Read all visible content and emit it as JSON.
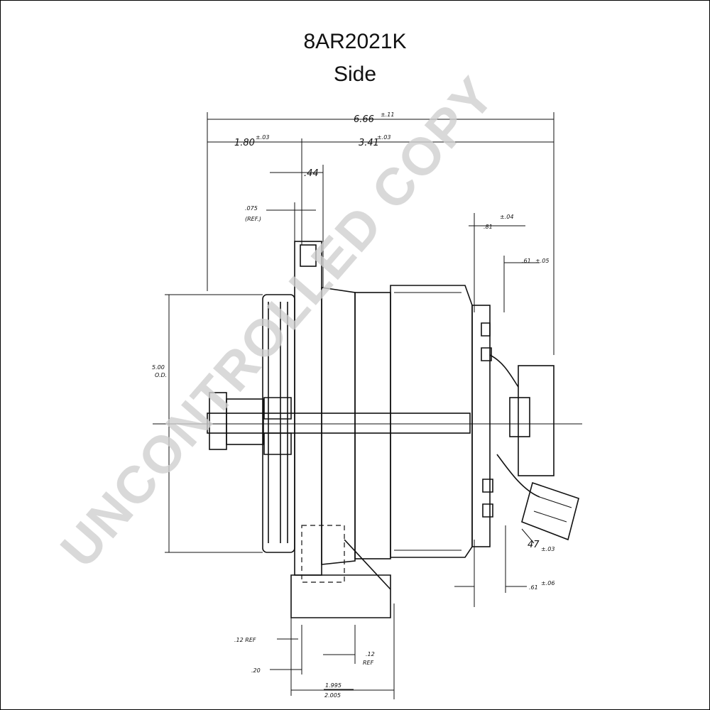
{
  "drawing": {
    "title": "8AR2021K",
    "subtitle": "Side",
    "watermark": "UNCONTROLLED COPY"
  },
  "dimensions": {
    "overall_length": "6.66",
    "overall_length_tol": "±.11",
    "front_offset": "1.80",
    "front_offset_tol": "±.03",
    "body_length": "3.41",
    "body_length_tol": "±.03",
    "pulley_width": ".44",
    "flange_thickness": ".075",
    "flange_ref": "(REF.)",
    "rear_terminal_offset": ".81",
    "rear_terminal_offset_tol": "±.04",
    "rear_stud_offset": ".61",
    "rear_stud_offset_tol": "±.05",
    "od_value": "5.00",
    "od_label": "O.D.",
    "connector_angle": "47",
    "connector_angle_tol": "±.03",
    "bottom_rear_offset": ".61",
    "bottom_rear_offset_tol": "±.06",
    "mount_ref_left": ".12 REF",
    "mount_ref_right": ".12",
    "mount_ref_right_label": "REF",
    "mount_offset": ".20",
    "mount_width_min": "1.995",
    "mount_width_max": "2.005"
  }
}
